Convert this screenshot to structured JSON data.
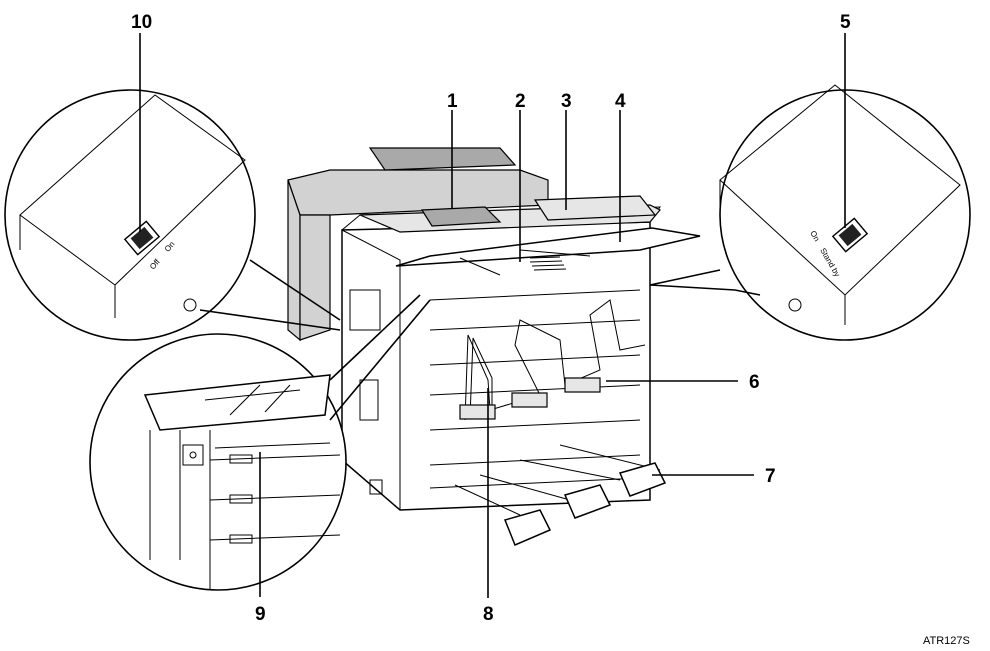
{
  "figure": {
    "figure_id": "ATR127S",
    "callouts": [
      "1",
      "2",
      "3",
      "4",
      "5",
      "6",
      "7",
      "8",
      "9",
      "10"
    ],
    "switch_left": {
      "off_label": "Off",
      "on_label": "On"
    },
    "switch_right": {
      "on_label": "On",
      "standby_label": "Stand by"
    }
  }
}
